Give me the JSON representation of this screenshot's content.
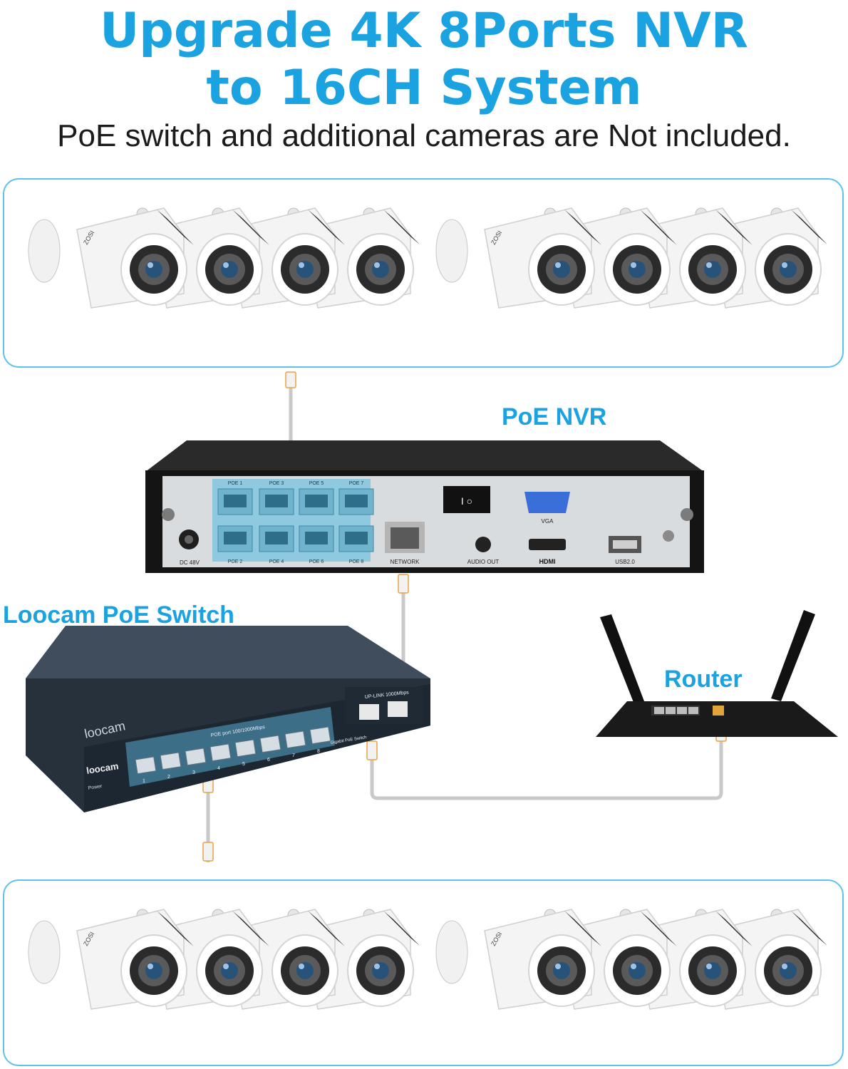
{
  "header": {
    "title_line1": "Upgrade 4K 8Ports NVR",
    "title_line2": "to 16CH System",
    "subtitle": "PoE switch and additional cameras are Not included."
  },
  "labels": {
    "nvr": "PoE NVR",
    "switch": "Loocam PoE Switch",
    "router": "Router"
  },
  "camera_brand": "ZOSI",
  "camera_groups": {
    "per_group": 4,
    "groups_per_panel": 2,
    "panels": 2
  },
  "nvr": {
    "poe_top_labels": [
      "POE 1",
      "POE 3",
      "POE 5",
      "POE 7"
    ],
    "poe_bottom_labels": [
      "POE 2",
      "POE 4",
      "POE 6",
      "POE 8"
    ],
    "dc_label": "DC 48V",
    "network_label": "NETWORK",
    "vga_label": "VGA",
    "audio_label": "AUDIO OUT",
    "hdmi_label": "HDMI",
    "usb_label": "USB2.0"
  },
  "switch": {
    "brand_top": "loocam",
    "brand_front": "loocam",
    "ports_label": "POE port 100/1000Mbps",
    "uplink_label": "UP-LINK 1000Mbps",
    "gigabit_label": "Gigabit PoE Switch",
    "power_label": "Power",
    "port_numbers": [
      "1",
      "2",
      "3",
      "4",
      "5",
      "6",
      "7",
      "8"
    ]
  },
  "colors": {
    "accent_blue": "#1ba2e0",
    "panel_border": "#5cc3ec",
    "nvr_body": "#1a1a1a",
    "nvr_faceplate": "#d9dcdf",
    "poe_block": "#8ec9df",
    "switch_body": "#2e3a46",
    "cable": "#c9c9c9"
  }
}
